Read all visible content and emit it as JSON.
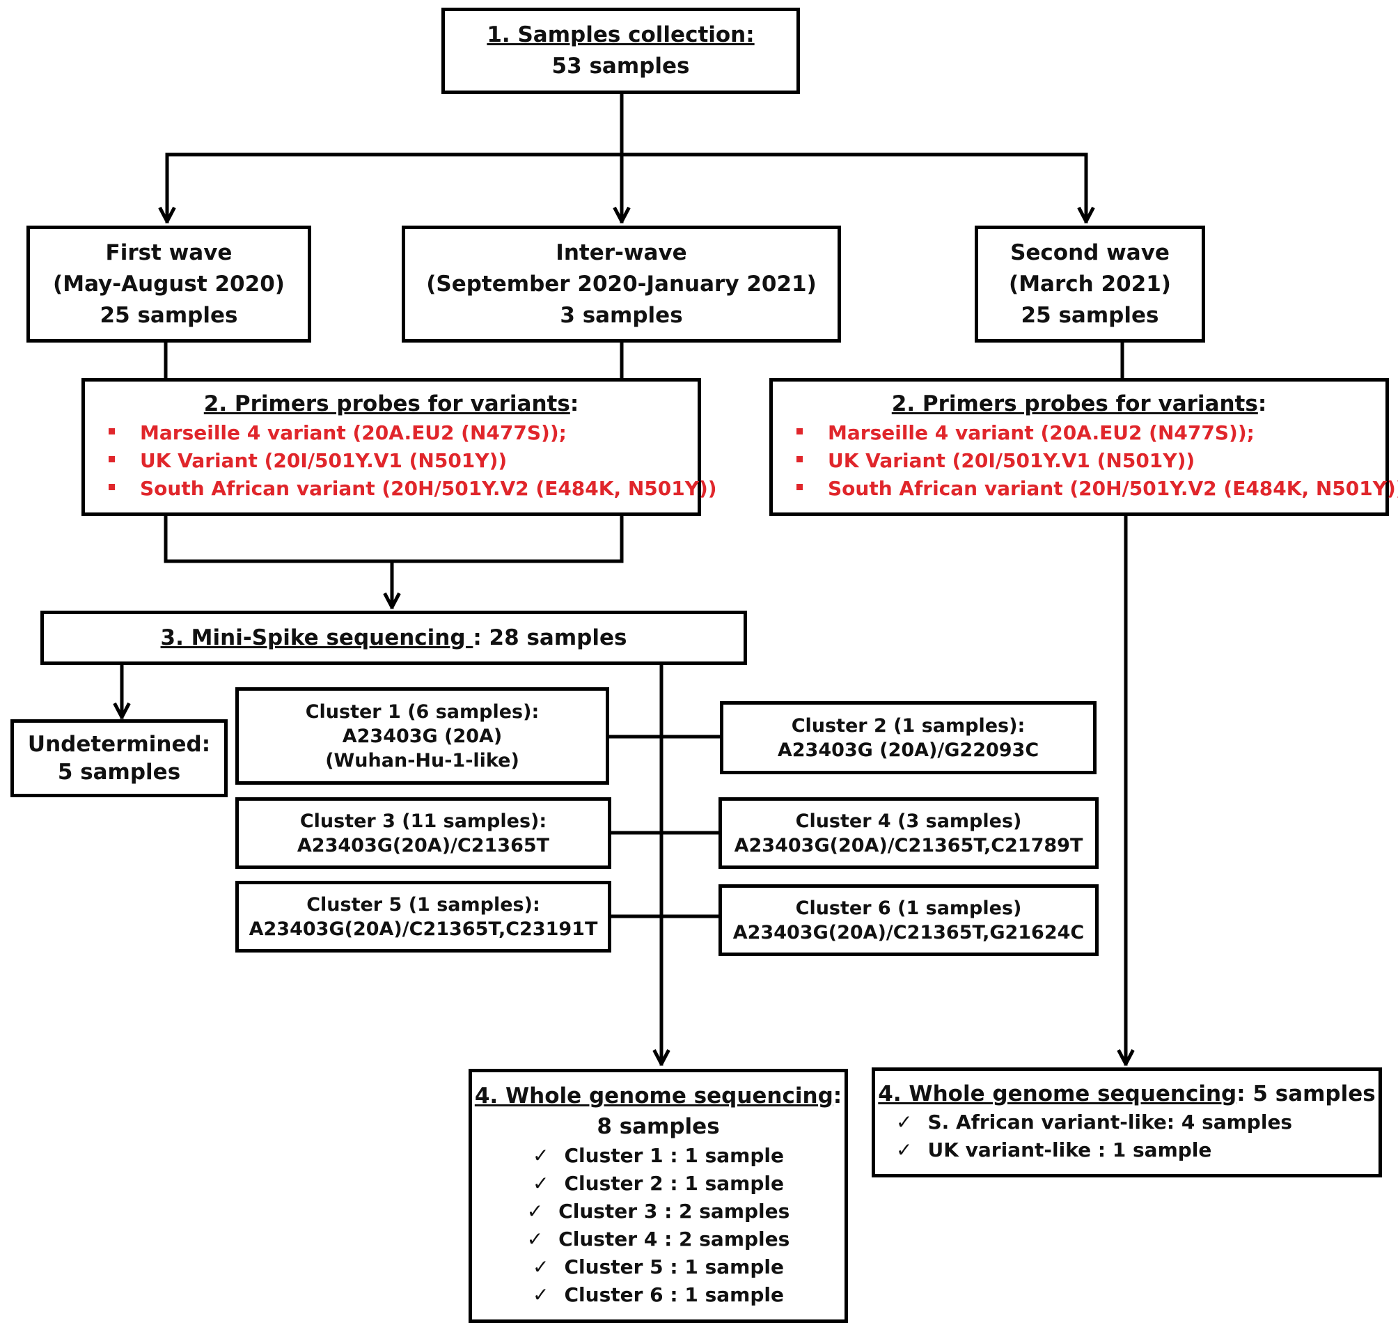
{
  "step1": {
    "title": "1. Samples collection:",
    "count": "53 samples"
  },
  "waves": [
    {
      "name": "First wave",
      "period": "(May-August 2020)",
      "count": "25 samples"
    },
    {
      "name": "Inter-wave",
      "period": "(September 2020-January 2021)",
      "count": "3 samples"
    },
    {
      "name": "Second wave",
      "period": "(March 2021)",
      "count": "25 samples"
    }
  ],
  "primers": {
    "title": "2. Primers probes  for variants",
    "items": [
      "Marseille 4 variant (20A.EU2 (N477S));",
      "UK Variant (20I/501Y.V1 (N501Y))",
      "South African variant (20H/501Y.V2 (E484K, N501Y))"
    ]
  },
  "step3": {
    "title": "3. Mini-Spike sequencing ",
    "count": ": 28 samples"
  },
  "undetermined": {
    "label": "Undetermined:",
    "count": "5 samples"
  },
  "clusters": [
    {
      "title": "Cluster 1 (6 samples):",
      "lines": [
        "A23403G (20A)",
        "(Wuhan-Hu-1-like)"
      ]
    },
    {
      "title": "Cluster 2 (1 samples):",
      "lines": [
        "A23403G (20A)/G22093C"
      ]
    },
    {
      "title": "Cluster 3 (11 samples):",
      "lines": [
        "A23403G(20A)/C21365T"
      ]
    },
    {
      "title": "Cluster 4 (3 samples)",
      "lines": [
        "A23403G(20A)/C21365T,C21789T"
      ]
    },
    {
      "title": "Cluster 5 (1 samples):",
      "lines": [
        "A23403G(20A)/C21365T,C23191T"
      ]
    },
    {
      "title": "Cluster 6 (1 samples)",
      "lines": [
        "A23403G(20A)/C21365T,G21624C"
      ]
    }
  ],
  "wgs_left": {
    "title": "4. Whole genome sequencing",
    "count": "8 samples",
    "items": [
      "Cluster 1 : 1 sample",
      "Cluster 2 : 1 sample",
      "Cluster 3 : 2 samples",
      "Cluster 4 : 2 samples",
      "Cluster 5 : 1 sample",
      "Cluster 6 : 1 sample"
    ]
  },
  "wgs_right": {
    "title": "4. Whole genome sequencing",
    "count": ": 5 samples",
    "items": [
      "S. African variant-like: 4 samples",
      "UK variant-like : 1 sample"
    ]
  },
  "check_symbol": "✓",
  "colors": {
    "primer_text": "#e0262b",
    "lines": "#000000"
  }
}
